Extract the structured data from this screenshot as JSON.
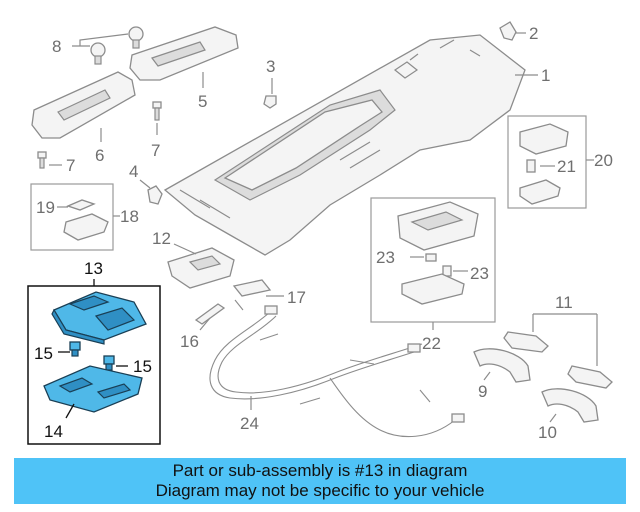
{
  "callouts": {
    "c1": "1",
    "c2": "2",
    "c3": "3",
    "c4": "4",
    "c5": "5",
    "c6": "6",
    "c7a": "7",
    "c7b": "7",
    "c8": "8",
    "c9": "9",
    "c10": "10",
    "c11": "11",
    "c12": "12",
    "c13": "13",
    "c14": "14",
    "c15a": "15",
    "c15b": "15",
    "c16": "16",
    "c17": "17",
    "c18": "18",
    "c19": "19",
    "c20": "20",
    "c21": "21",
    "c22": "22",
    "c23a": "23",
    "c23b": "23",
    "c24": "24"
  },
  "highlight_color": "#4fb8e8",
  "banner": {
    "line1": "Part or sub-assembly is #13 in diagram",
    "line2": "Diagram may not be specific to your vehicle",
    "background": "#4fc3f7"
  }
}
